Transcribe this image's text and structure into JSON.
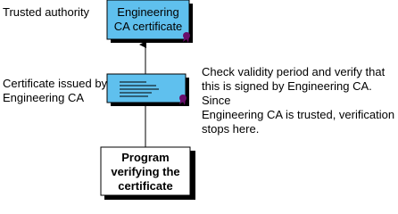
{
  "labels": {
    "trusted_authority": "Trusted authority",
    "issued_by": "Certificate issued by\nEngineering CA",
    "note": "Check validity period and verify that\nthis is signed by Engineering CA. Since\nEngineering CA is trusted, verification\nstops here."
  },
  "boxes": {
    "ca_certificate": {
      "line1": "Engineering",
      "line2": "CA certificate"
    },
    "program": {
      "line1": "Program",
      "line2": "verifying the",
      "line3": "certificate"
    }
  },
  "colors": {
    "certificate_fill": "#5fc0ee",
    "seal": "#6a0d6a"
  }
}
